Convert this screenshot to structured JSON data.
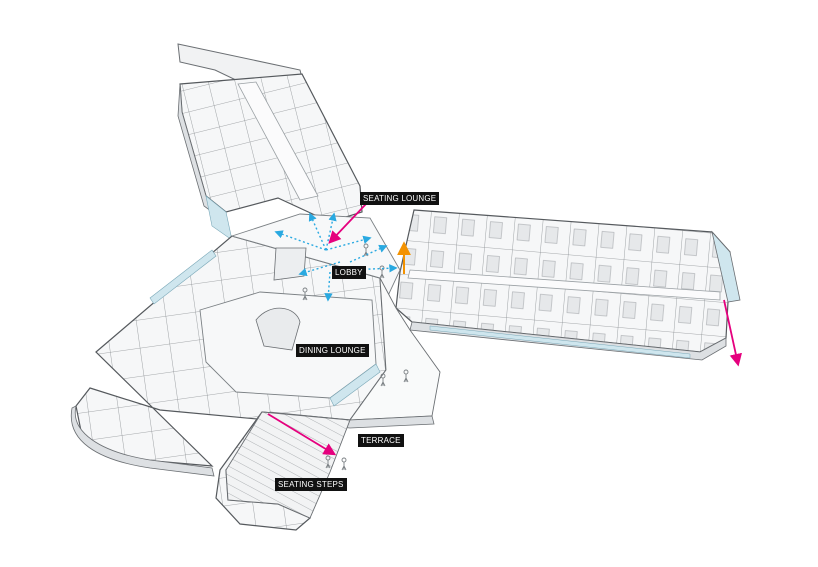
{
  "labels": {
    "seating_lounge": "SEATING LOUNGE",
    "lobby": "LOBBY",
    "dining_lounge": "DINING LOUNGE",
    "terrace": "TERRACE",
    "seating_steps": "SEATING STEPS"
  },
  "colors": {
    "background": "#ffffff",
    "wall_fill": "#f4f5f6",
    "wall_shade": "#d9dcdf",
    "line": "#6b6f73",
    "glass": "#cfe6ee",
    "circulation": "#29a9e1",
    "section_arrow": "#e5007e",
    "vertical_arrow": "#f39200",
    "label_bg": "#111111",
    "label_text": "#ffffff"
  }
}
